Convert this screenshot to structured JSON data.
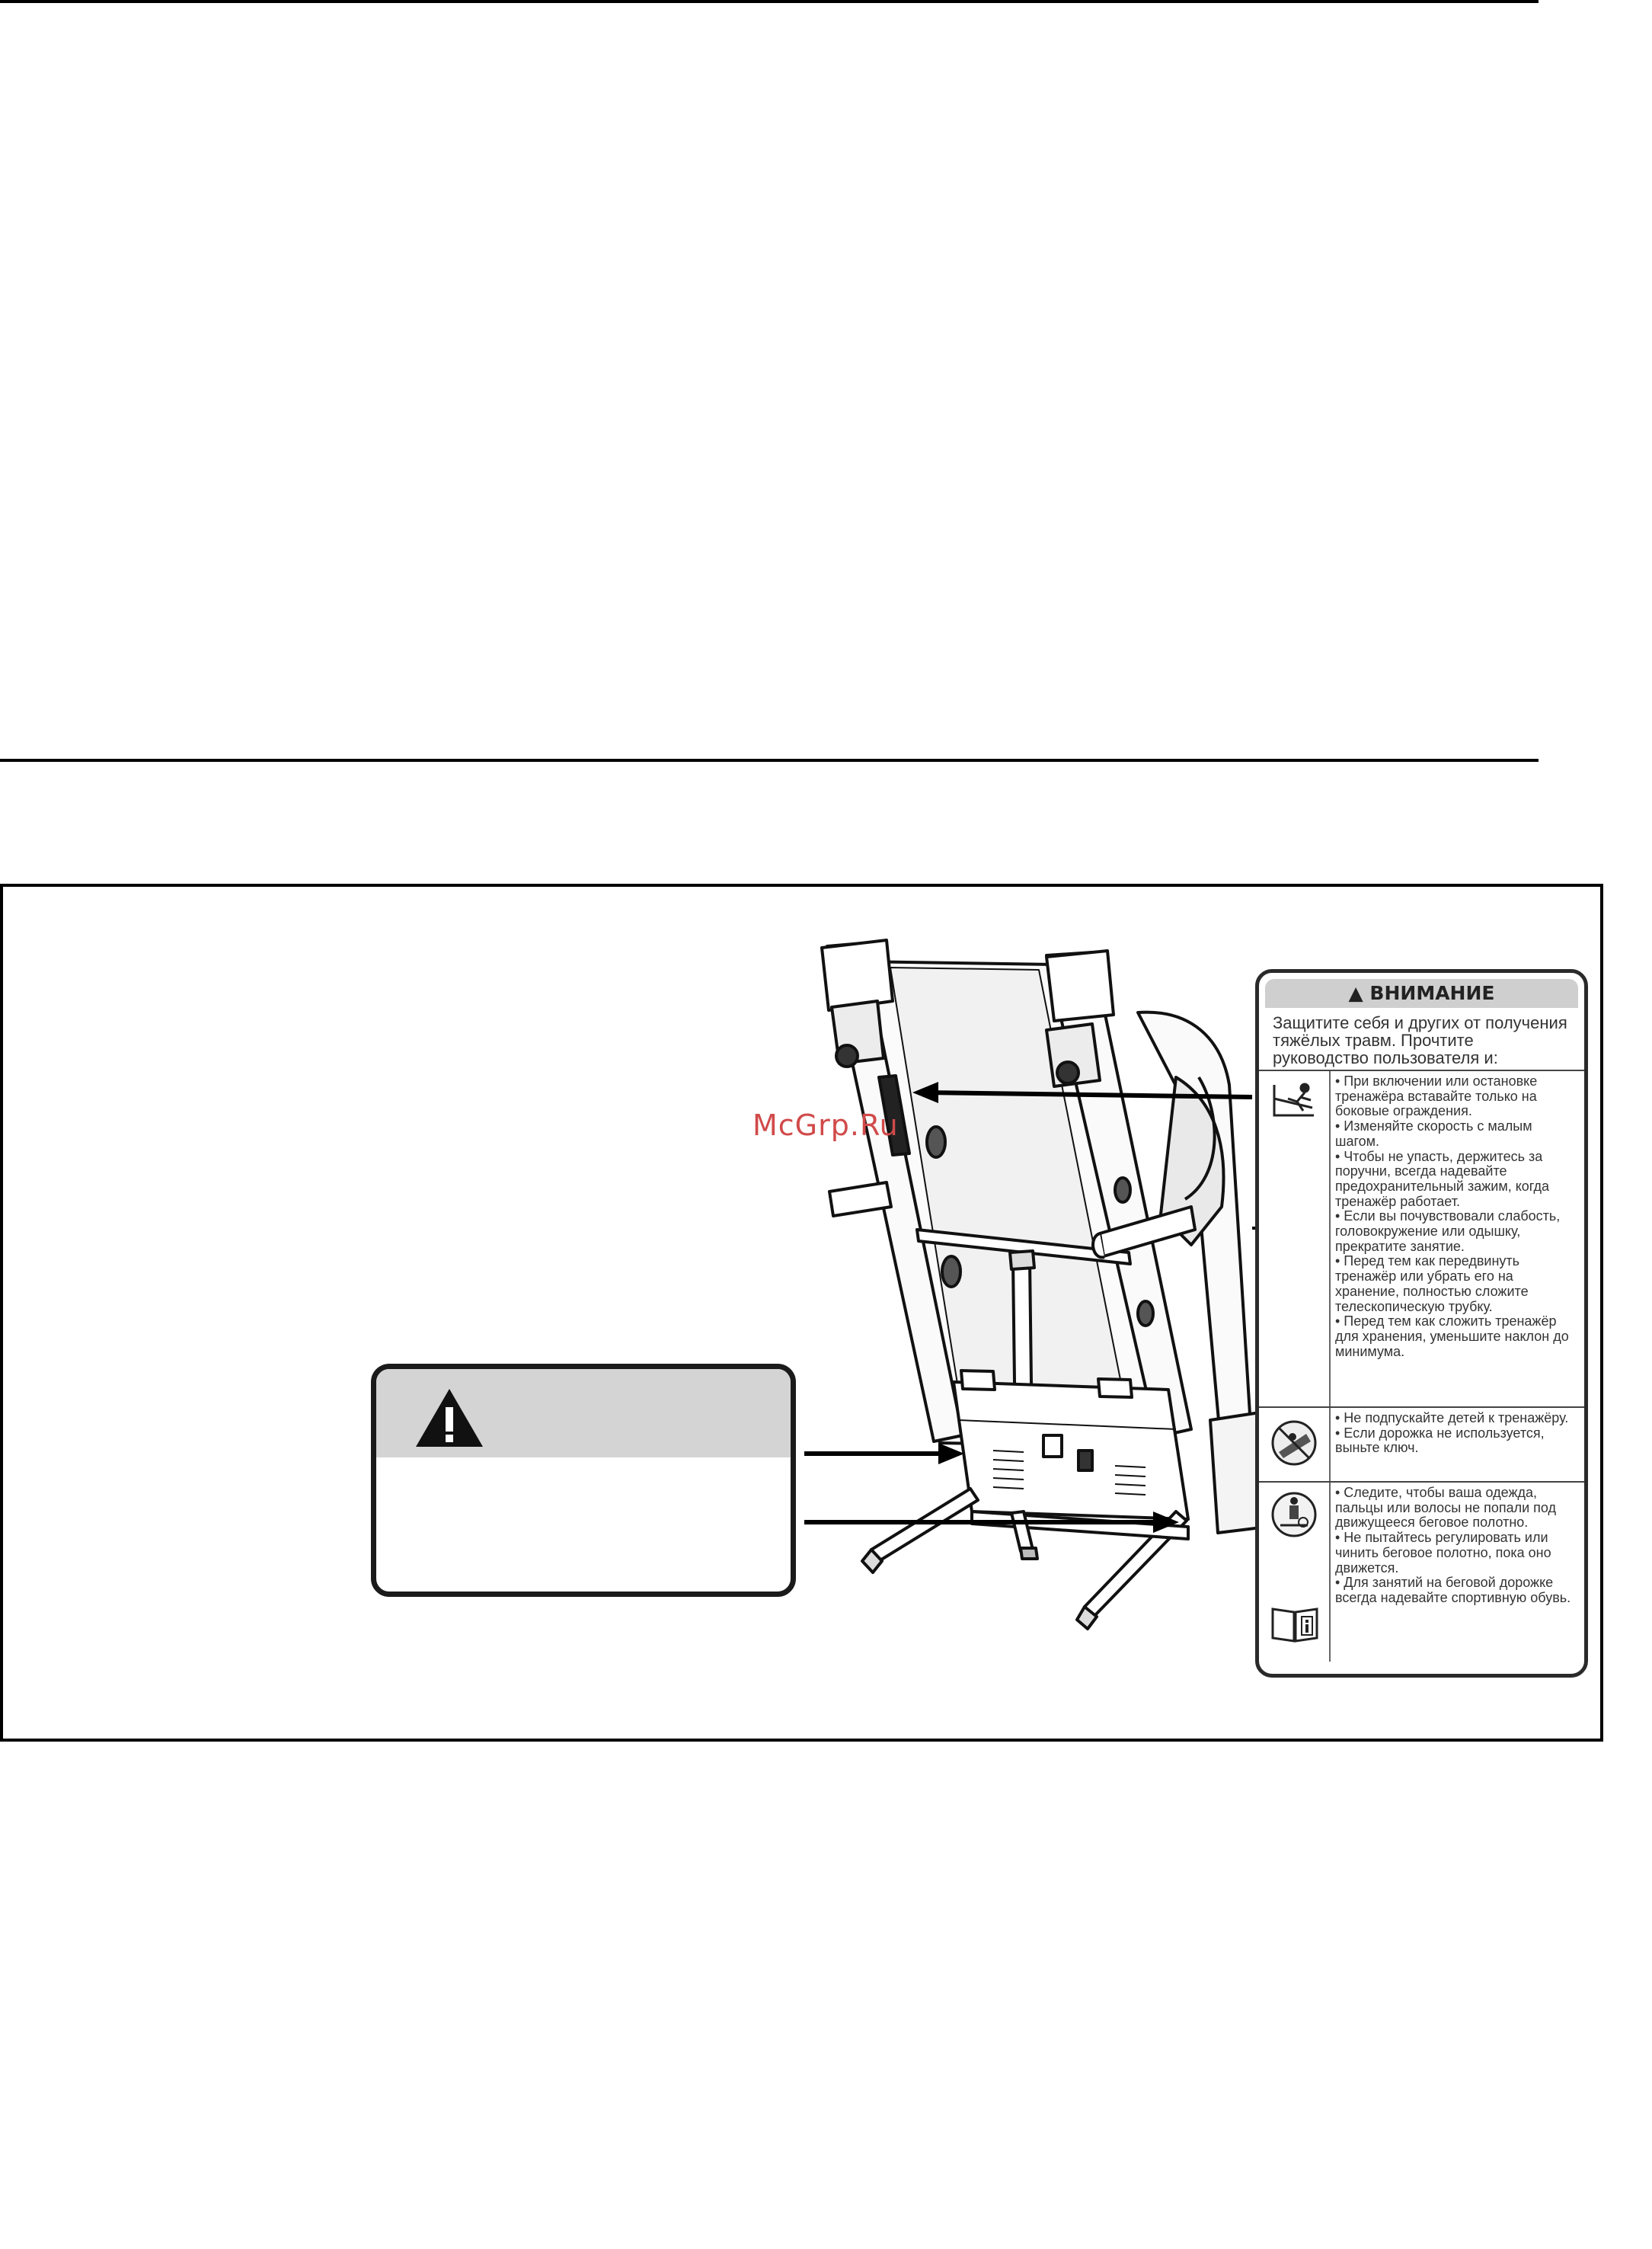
{
  "watermark": "McGrp.Ru",
  "label": {
    "heading": "▲ ВНИМАНИЕ",
    "intro": "Защитите себя и других от получения тяжёлых травм. Прочтите руководство пользователя и:",
    "sections": [
      {
        "icon": "fall-hazard-icon",
        "items": [
          "• При включении или останов­ке тренажёра вставайте толь­ко на боковые ограждения.",
          "• Изменяйте скорость с малым шагом.",
          "• Чтобы не упасть, держитесь за поручни, всегда надевайте предохранительный зажим, когда тренажёр работает.",
          "• Если вы почувствовали сла­бость, головокружение или одышку, прекратите заня­тие.",
          "• Перед тем как передвинуть тренажёр или убрать его на хранение, полностью сло­жите телескопическую трубку.",
          "• Перед тем как сложить тре­нажёр для хранения, умень­шите наклон до минимума."
        ]
      },
      {
        "icon": "no-children-icon",
        "items": [
          "• Не подпускайте детей к тре­нажёру.",
          "• Если дорожка не использу­ется, выньте ключ."
        ]
      },
      {
        "icon": "entanglement-icon",
        "secondary_icon": "read-manual-icon",
        "items": [
          "• Следите, чтобы ваша одеж­да, пальцы или волосы не по­пали под движущееся беговое полотно.",
          "• Не пытайтесь регулировать или чинить беговое полотно, пока оно движется.",
          "• Для занятий на беговой до­рожке всегда надевайте спор­тивную обувь."
        ]
      }
    ]
  }
}
